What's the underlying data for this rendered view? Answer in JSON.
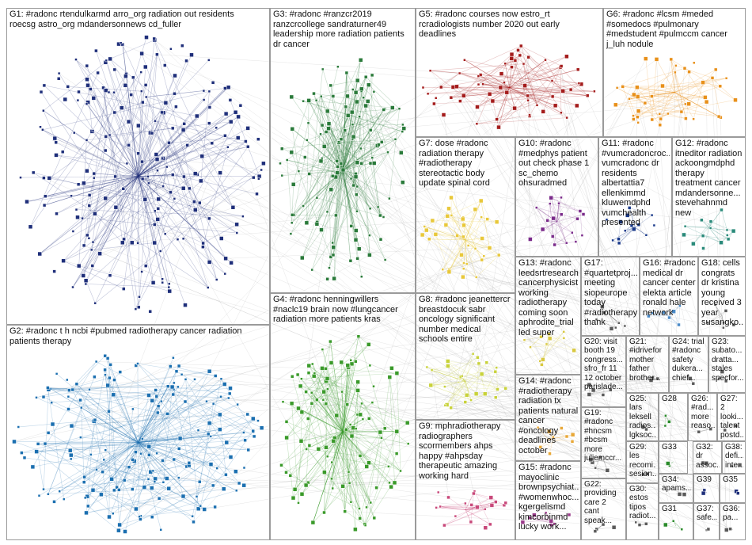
{
  "groups": [
    {
      "id": "G1",
      "label": "G1: #radonc rtendulkarmd arro_org radiation out residents\nroecsg astro_org mdandersonnews cd_fuller",
      "color": "#1f2f7a"
    },
    {
      "id": "G2",
      "label": "G2: #radonc t h ncbi #pubmed radiotherapy cancer radiation\npatients therapy",
      "color": "#1b6fb0"
    },
    {
      "id": "G3",
      "label": "G3: #radonc #ranzcr2019\nranzcrcollege sandraturner49\nleadership more radiation patients\ndr cancer",
      "color": "#2a7a3a"
    },
    {
      "id": "G4",
      "label": "G4: #radonc henningwillers\n#naclc19 brain now #lungcancer\nradiation more patients kras",
      "color": "#3a9a2a"
    },
    {
      "id": "G5",
      "label": "G5: #radonc courses now estro_rt\nrcradiologists number 2020 out early\ndeadlines",
      "color": "#a41c1c"
    },
    {
      "id": "G6",
      "label": "G6: #radonc #lcsm #meded\n#somedocs #pulmonary\n#medstudent #pulmccm cancer\nj_luh nodule",
      "color": "#e8901a"
    },
    {
      "id": "G7",
      "label": "G7: dose #radonc\nradiation therapy\n#radiotherapy\nstereotactic body\nupdate spinal cord",
      "color": "#e8c83a"
    },
    {
      "id": "G8",
      "label": "G8: #radonc jeanettercr\nbreastdocuk sabr\noncology significant\nnumber medical\nschools entire",
      "color": "#c8d23a"
    },
    {
      "id": "G9",
      "label": "G9: mphradiotherapy\nradiographers\nscormembers ahps\nhappy #ahpsday\ntherapeutic amazing\nworking hard",
      "color": "#c8487a"
    },
    {
      "id": "G10",
      "label": "G10: #radonc\n#medphys patient\nout check phase 1\nsc_chemo\nohsuradmed",
      "color": "#7a2a8a"
    },
    {
      "id": "G11",
      "label": "G11: #radonc\n#vumcradoncroc...\nvumcradonc dr\nresidents\nalbertattia7\nellenkimmd\nkluwemdphd\nvumchealth\npresented",
      "color": "#1a3a8a"
    },
    {
      "id": "G12",
      "label": "G12: #radonc\nitneditor radiation\nackoongmdphd\ntherapy\ntreatment cancer\nmdandersonne...\nstevehahnmd\nnew",
      "color": "#2a8a7a"
    },
    {
      "id": "G13",
      "label": "G13: #radonc\nleedsrtresearch\ncancerphysicist\nworking\nradiotherapy\ncoming soon\naphrodite_trial\nled super",
      "color": "#d8c840"
    },
    {
      "id": "G14",
      "label": "G14: #radonc\n#radiotherapy\nradiation tx\npatients natural\ncancer\n#oncology\ndeadlines\noctober",
      "color": "#e8a838"
    },
    {
      "id": "G15",
      "label": "G15: #radonc\nmayoclinic\nbrownpsychiat...\n#womenwhoc...\nkgergelismd\nkimcorbinmd\nlucky work...",
      "color": "#9a3a8a"
    },
    {
      "id": "G16",
      "label": "G16: #radonc\nmedical dr\ncancer center\nelekta article\nronald hale\nnetwork",
      "color": "#4a8ac8"
    },
    {
      "id": "G17",
      "label": "G17:\n#quartetproj...\nmeeting\nsiopeurope\ntoday\n#radiotherapy\nthank",
      "color": "#5a5a5a"
    },
    {
      "id": "G18",
      "label": "G18: cells\ncongrats\ndr kristina\nyoung\nreceived 3\nyear\nsusangko...",
      "color": "#5a5a5a"
    },
    {
      "id": "G19",
      "label": "G19:\n#radonc\n#hncsm\n#bcsm\nmore\njuliemccr...",
      "color": "#5a5a5a"
    },
    {
      "id": "G20",
      "label": "G20: visit\nbooth 19\ncongress...\nsfro_fr 11\n12 october\nparislade...",
      "color": "#5a5a5a"
    },
    {
      "id": "G21",
      "label": "G21:\n#idrivefor\nmother\nfather\nbrother...",
      "color": "#5a5a5a"
    },
    {
      "id": "G22",
      "label": "G22:\nproviding\ncare 2\ncant\nspeak...",
      "color": "#5a5a5a"
    },
    {
      "id": "G23",
      "label": "G23:\nsubato...\ndratta...\nstales\nspecfor...",
      "color": "#5a5a5a"
    },
    {
      "id": "G24",
      "label": "G24: trial\n#radonc\nsafety\ndukera...\nchief...",
      "color": "#5a5a5a"
    },
    {
      "id": "G25",
      "label": "G25:\nlars\nleksell\nradios...\nlgksoc...",
      "color": "#5a5a5a"
    },
    {
      "id": "G26",
      "label": "G26:\n#rad...\nmore\nreaso...",
      "color": "#5a5a5a"
    },
    {
      "id": "G27",
      "label": "G27: 2\nlooki...\ntalent\npostd...",
      "color": "#5a5a5a"
    },
    {
      "id": "G28",
      "label": "G28",
      "color": "#2a8a2a"
    },
    {
      "id": "G29",
      "label": "G29:\nles\nrecomi...\nsesion...",
      "color": "#5a5a5a"
    },
    {
      "id": "G30",
      "label": "G30:\nestos\ntipos\nradiot...",
      "color": "#5a5a5a"
    },
    {
      "id": "G31",
      "label": "G31",
      "color": "#2a8a2a"
    },
    {
      "id": "G32",
      "label": "G32:\ndr\nassoc...",
      "color": "#5a5a5a"
    },
    {
      "id": "G33",
      "label": "G33",
      "color": "#2a8a2a"
    },
    {
      "id": "G34",
      "label": "G34:\napams...",
      "color": "#5a5a5a"
    },
    {
      "id": "G35",
      "label": "G35",
      "color": "#1f2f7a"
    },
    {
      "id": "G36",
      "label": "G36:\npa...",
      "color": "#5a5a5a"
    },
    {
      "id": "G37",
      "label": "G37:\nsafe...",
      "color": "#5a5a5a"
    },
    {
      "id": "G38",
      "label": "G38:\ndefi...\ninte...",
      "color": "#5a5a5a"
    },
    {
      "id": "G39",
      "label": "G39",
      "color": "#1f2f7a"
    }
  ]
}
